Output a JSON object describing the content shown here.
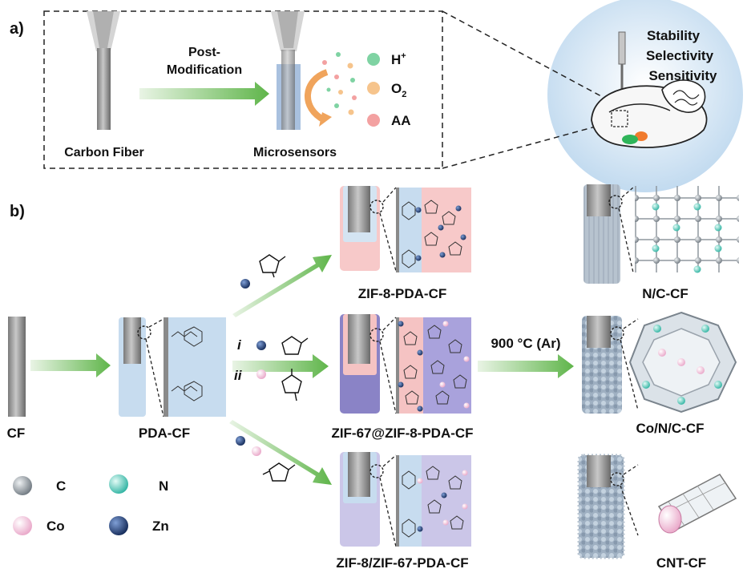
{
  "panel_a": {
    "label": "a)",
    "carbon_fiber": "Carbon Fiber",
    "arrow_line1": "Post-",
    "arrow_line2": "Modification",
    "microsensors": "Microsensors",
    "analytes": [
      {
        "name": "H",
        "sup": "+",
        "color": "#7fd3a3"
      },
      {
        "name": "O",
        "sub": "2",
        "color": "#f6c48c"
      },
      {
        "name": "AA",
        "color": "#f3a1a1"
      }
    ],
    "brain_props": [
      "Stability",
      "Selectivity",
      "Sensitivity"
    ]
  },
  "panel_b": {
    "label": "b)",
    "cf": "CF",
    "pda_cf": "PDA-CF",
    "route_i": "i",
    "route_ii": "ii",
    "zif8": "ZIF-8-PDA-CF",
    "zif67": "ZIF-67@ZIF-8-PDA-CF",
    "zif8_67": "ZIF-8/ZIF-67-PDA-CF",
    "condition": "900 °C (Ar)",
    "nc": "N/C-CF",
    "conc": "Co/N/C-CF",
    "cnt": "CNT-CF",
    "legend": [
      {
        "label": "C",
        "color": "#8a9299"
      },
      {
        "label": "N",
        "color": "#4fd0bf"
      },
      {
        "label": "Co",
        "color": "#f6bfdc"
      },
      {
        "label": "Zn",
        "color": "#1f3f7a"
      }
    ]
  }
}
